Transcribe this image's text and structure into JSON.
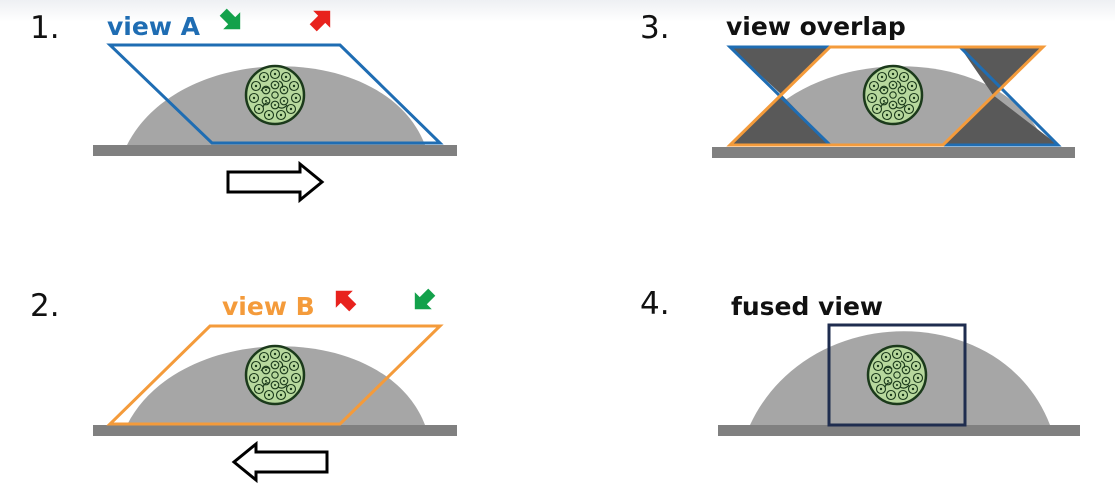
{
  "panels": [
    {
      "number": "1.",
      "title": "view A",
      "title_color": "#1f6db3"
    },
    {
      "number": "2.",
      "title": "view B",
      "title_color": "#f49b3b"
    },
    {
      "number": "3.",
      "title": "view overlap",
      "title_color": "#111111"
    },
    {
      "number": "4.",
      "title": "fused view",
      "title_color": "#111111"
    }
  ],
  "colors": {
    "view_a": "#1f6db3",
    "view_b": "#f49b3b",
    "fused_frame": "#1f2d4f",
    "specimen": "#a6a6a6",
    "stage": "#808080",
    "overlap_shading": "#595959",
    "arrow_green": "#13a14b",
    "arrow_red": "#e8221d",
    "cell_fill": "#b7d89d"
  },
  "icons": [
    "green-arrow-icon",
    "red-arrow-icon",
    "outline-arrow-right-icon",
    "outline-arrow-left-icon",
    "organoid-icon"
  ]
}
